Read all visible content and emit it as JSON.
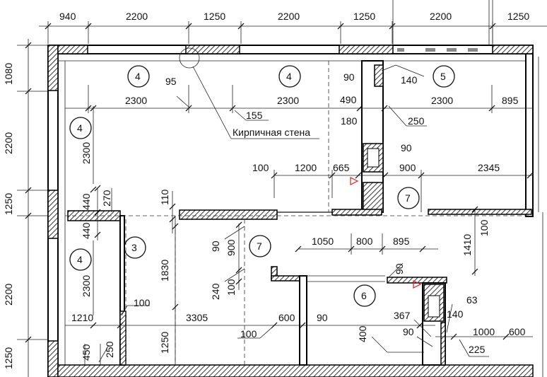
{
  "top_dimensions": [
    "940",
    "2200",
    "1250",
    "2200",
    "1250",
    "2200",
    "1250"
  ],
  "left_dimensions": [
    "1080",
    "2200",
    "1250",
    "2200",
    "1250"
  ],
  "room_numbers": [
    "4",
    "4",
    "5",
    "4",
    "3",
    "7",
    "7",
    "4",
    "6"
  ],
  "inner_dimensions": {
    "d95": "95",
    "d2300a": "2300",
    "d90a": "90",
    "d490": "490",
    "d2300b": "2300",
    "d140a": "140",
    "d2300c": "2300",
    "d895a": "895",
    "d155": "155",
    "d180": "180",
    "d250a": "250",
    "d2300v1": "2300",
    "d90b": "90",
    "d100a": "100",
    "d1200": "1200",
    "d665": "665",
    "d900a": "900",
    "d2345": "2345",
    "d440a": "440",
    "d270": "270",
    "d110": "110",
    "d440b": "440",
    "d100b": "100",
    "d90c": "90",
    "d900v": "900",
    "d1830": "1830",
    "d1050": "1050",
    "d800": "800",
    "d895b": "895",
    "d1410": "1410",
    "d2300v2": "2300",
    "d90d": "90",
    "d240": "240",
    "d100c": "100",
    "d100d": "100",
    "d1210": "1210",
    "d3305": "3305",
    "d600a": "600",
    "d90e": "90",
    "d63": "63",
    "d140b": "140",
    "d367": "367",
    "d100e": "100",
    "d400": "400",
    "d90f": "90",
    "d1000": "1000",
    "d600b": "600",
    "d1250v": "1250",
    "d225": "225",
    "d450": "450",
    "d250b": "250"
  },
  "callout_label": "Кирпичная стена"
}
